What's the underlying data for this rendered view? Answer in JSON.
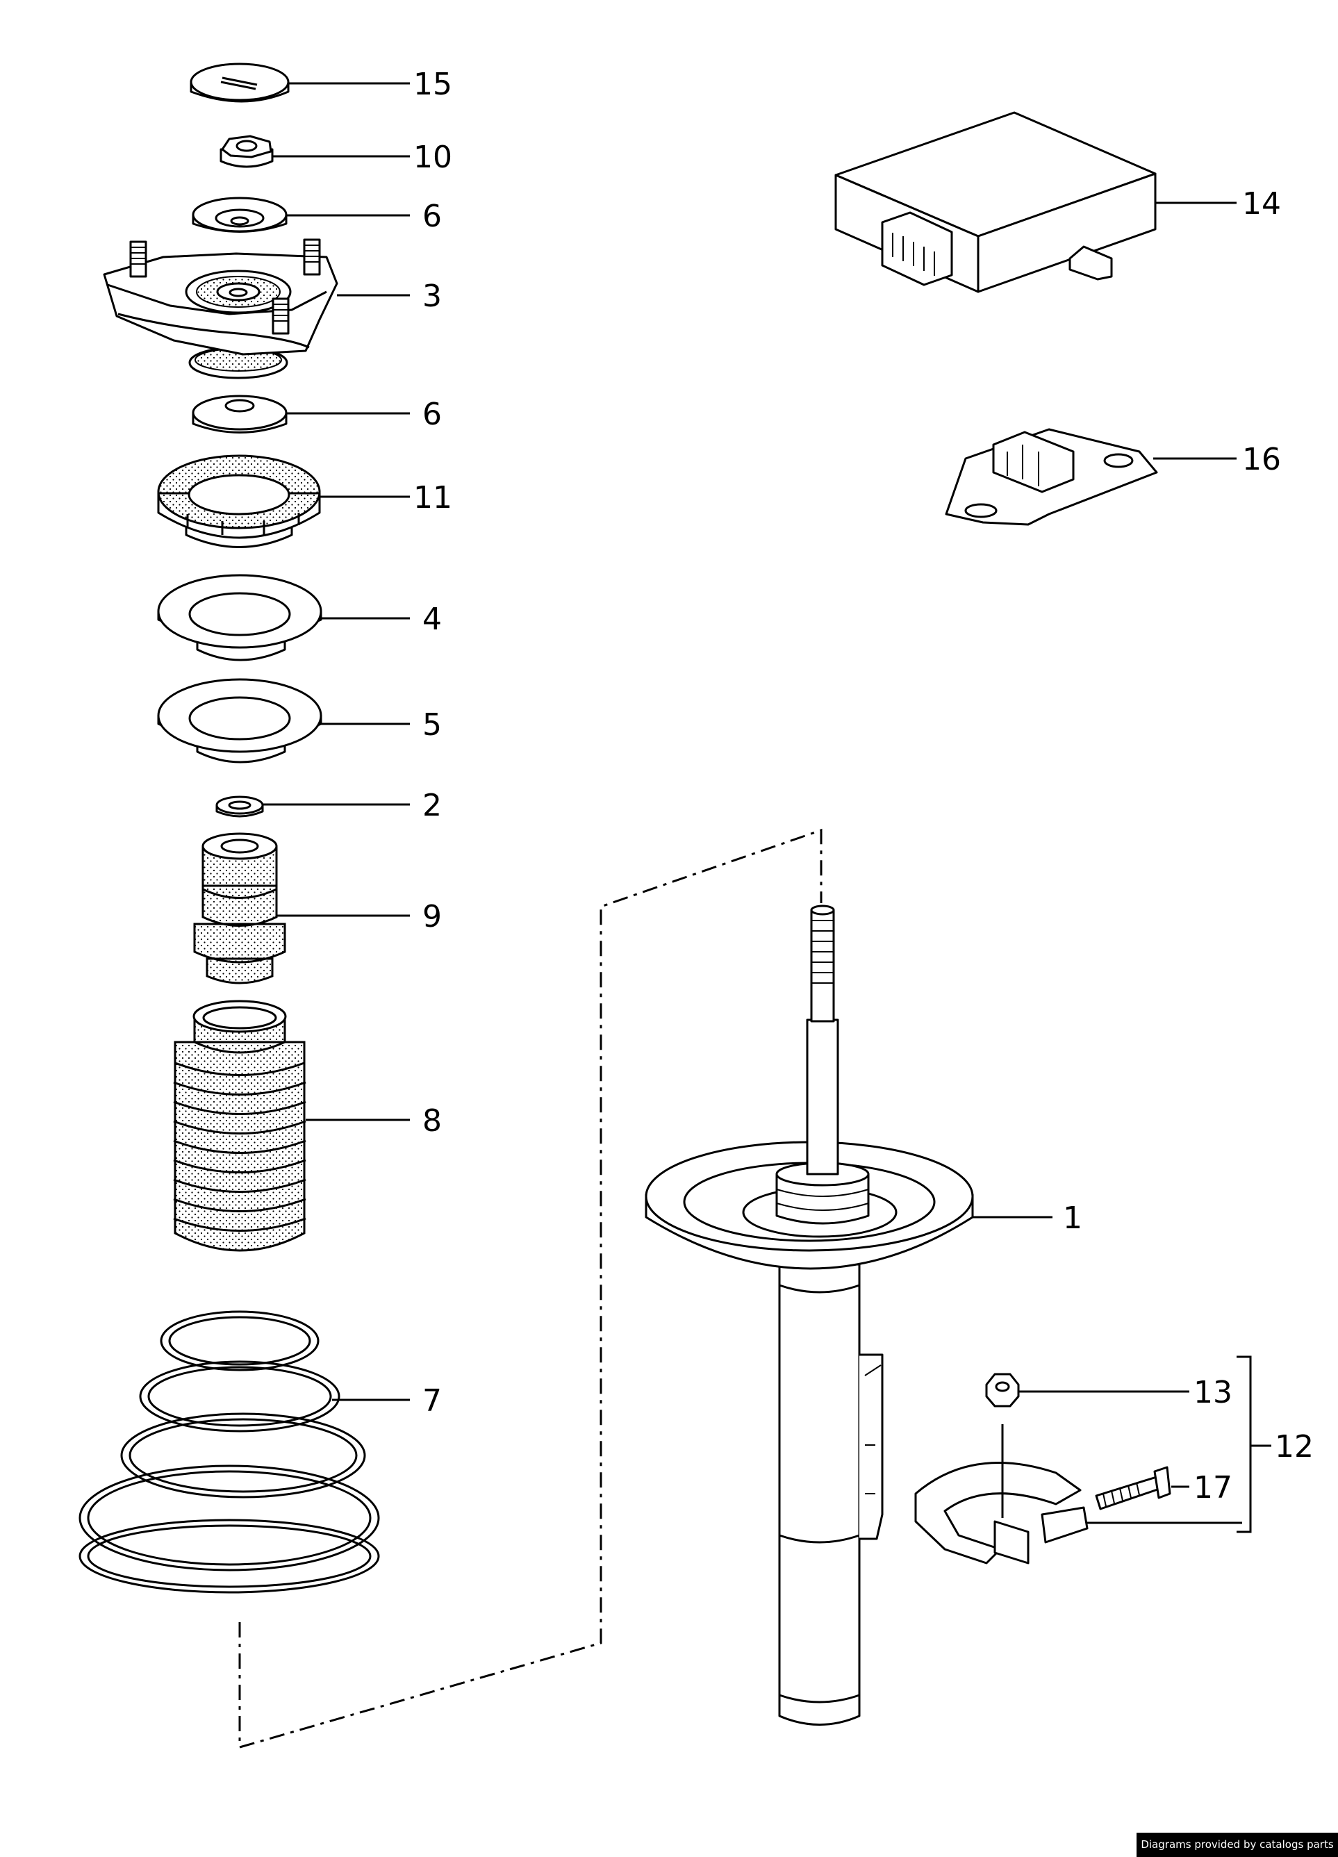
{
  "callouts": {
    "p1": "1",
    "p2": "2",
    "p3": "3",
    "p4": "4",
    "p5": "5",
    "p6a": "6",
    "p6b": "6",
    "p7": "7",
    "p8": "8",
    "p9": "9",
    "p10": "10",
    "p11": "11",
    "p12": "12",
    "p13": "13",
    "p14": "14",
    "p15": "15",
    "p16": "16",
    "p17": "17"
  },
  "footer": {
    "credit": "Diagrams provided by catalogs parts"
  },
  "colors": {
    "line": "#000000",
    "background": "#ffffff",
    "badge": "#000000"
  }
}
